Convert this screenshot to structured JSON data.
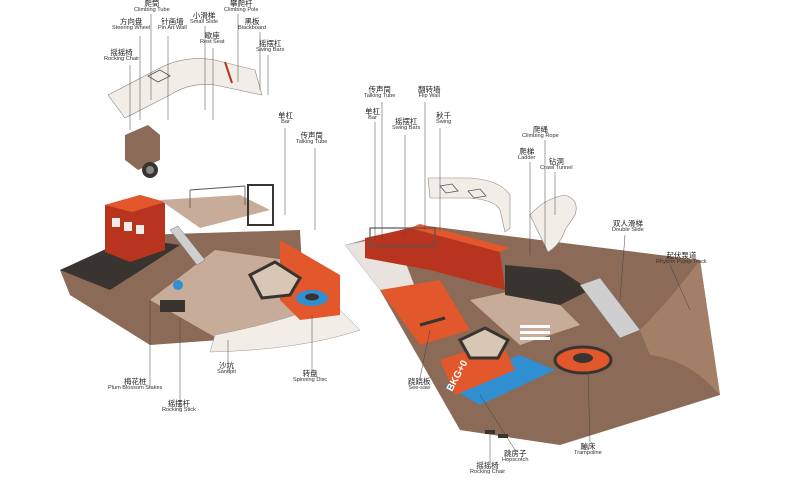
{
  "labels": {
    "climbing_tube_1": {
      "cn": "爬筒",
      "en": "Climbing Tube"
    },
    "climbing_pole": {
      "cn": "攀爬杆",
      "en": "Climbing Pole"
    },
    "steering_wheel": {
      "cn": "方向盘",
      "en": "Steering Wheel"
    },
    "pin_art_wall": {
      "cn": "针画墙",
      "en": "Pin Art Wall"
    },
    "small_slide": {
      "cn": "小滑梯",
      "en": "Small Slide"
    },
    "blackboard": {
      "cn": "黑板",
      "en": "Blackboard"
    },
    "rest_seat": {
      "cn": "歇座",
      "en": "Rest Seat"
    },
    "swing_bars_1": {
      "cn": "摇摆杠",
      "en": "Swing Bars"
    },
    "rocking_chair_1": {
      "cn": "摇摇椅",
      "en": "Rocking Chair"
    },
    "bar_1": {
      "cn": "单杠",
      "en": "Bar"
    },
    "talking_tube_1": {
      "cn": "传声筒",
      "en": "Talking Tube"
    },
    "plum_blossom_stakes": {
      "cn": "梅花桩",
      "en": "Plum Blossom Stakes"
    },
    "rocking_stick": {
      "cn": "摇摆杆",
      "en": "Rocking Stick"
    },
    "sandpit": {
      "cn": "沙坑",
      "en": "Sandpit"
    },
    "spinning_disc": {
      "cn": "转盘",
      "en": "Spinning Disc"
    },
    "talking_tube_2": {
      "cn": "传声筒",
      "en": "Talking Tube"
    },
    "flip_wall": {
      "cn": "翻转墙",
      "en": "Flip Wall"
    },
    "bar_2": {
      "cn": "单杠",
      "en": "Bar"
    },
    "swing_bars_2": {
      "cn": "摇摆杠",
      "en": "Swing Bars"
    },
    "swing": {
      "cn": "秋千",
      "en": "Swing"
    },
    "climbing_rope": {
      "cn": "爬绳",
      "en": "Climbing Rope"
    },
    "ladder": {
      "cn": "爬梯",
      "en": "Ladder"
    },
    "crawl_tunnel": {
      "cn": "钻洞",
      "en": "Crawl Tunnel"
    },
    "double_slide": {
      "cn": "双人滑梯",
      "en": "Double Slide"
    },
    "rhythm_pump_track": {
      "cn": "起伏泵道",
      "en": "Rhythm Pump Track"
    },
    "see_saw": {
      "cn": "跷跷板",
      "en": "See-saw"
    },
    "rocking_chair_2": {
      "cn": "摇摇椅",
      "en": "Rocking Chair"
    },
    "hopscotch": {
      "cn": "跳房子",
      "en": "Hopscotch"
    },
    "trampoline": {
      "cn": "蹦床",
      "en": "Trampoline"
    }
  },
  "ground_text": "BKG+0",
  "colors": {
    "orange": "#e2572b",
    "red": "#b9341f",
    "brown": "#8b6a57",
    "light_brown": "#c7ad99",
    "dark": "#3a3431",
    "cream": "#f3ede8",
    "blue": "#2f8fd1"
  }
}
